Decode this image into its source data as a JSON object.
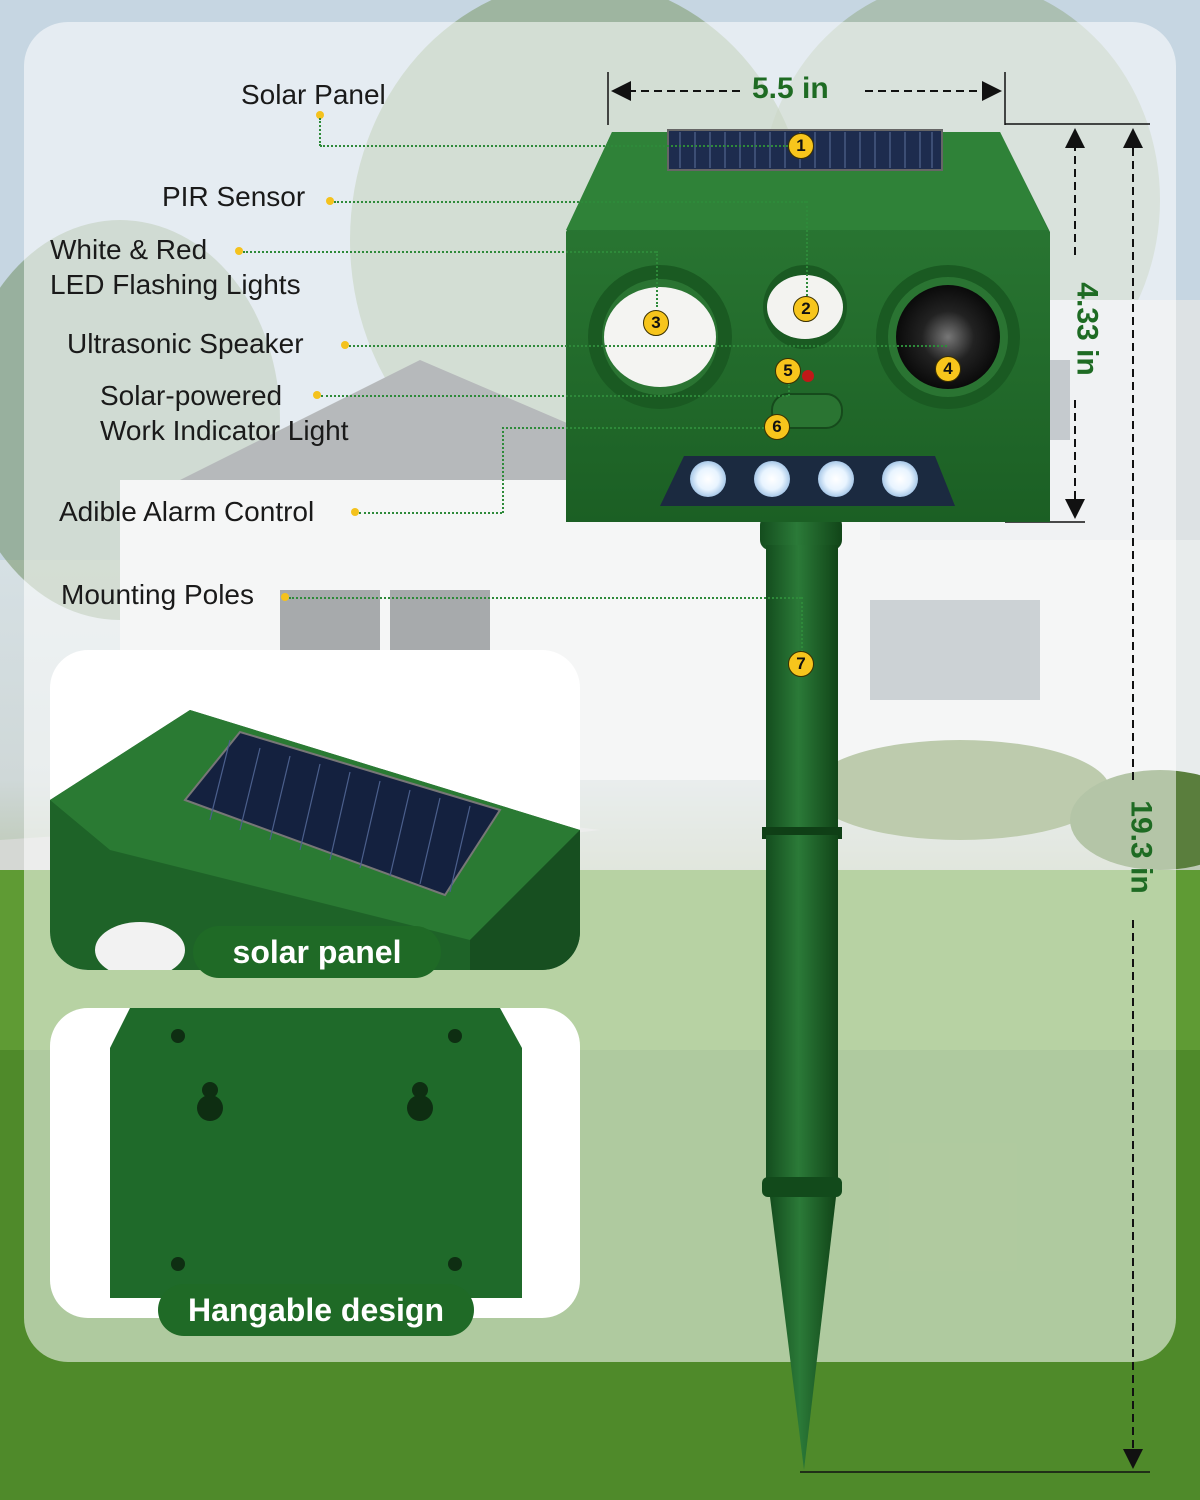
{
  "callouts": [
    {
      "id": "solar-panel",
      "label": "Solar Panel",
      "number": "1"
    },
    {
      "id": "pir-sensor",
      "label": "PIR Sensor",
      "number": "2"
    },
    {
      "id": "led-lights",
      "label_line1": "White & Red",
      "label_line2": "LED Flashing Lights",
      "number": "3"
    },
    {
      "id": "ultrasonic-speaker",
      "label": "Ultrasonic Speaker",
      "number": "4"
    },
    {
      "id": "work-indicator",
      "label_line1": "Solar-powered",
      "label_line2": "Work Indicator Light",
      "number": "5"
    },
    {
      "id": "alarm-control",
      "label": "Adible Alarm Control",
      "number": "6"
    },
    {
      "id": "mounting-poles",
      "label": "Mounting Poles",
      "number": "7"
    }
  ],
  "dimensions": {
    "width": "5.5 in",
    "height_device": "4.33 in",
    "height_total": "19.3 in"
  },
  "insets": {
    "solar_caption": "solar panel",
    "hang_caption": "Hangable design"
  },
  "colors": {
    "device_green": "#1f6a2a",
    "badge_yellow": "#f7c51c",
    "caption_green": "#1f6a26",
    "dimension_green": "#1e6b23"
  }
}
